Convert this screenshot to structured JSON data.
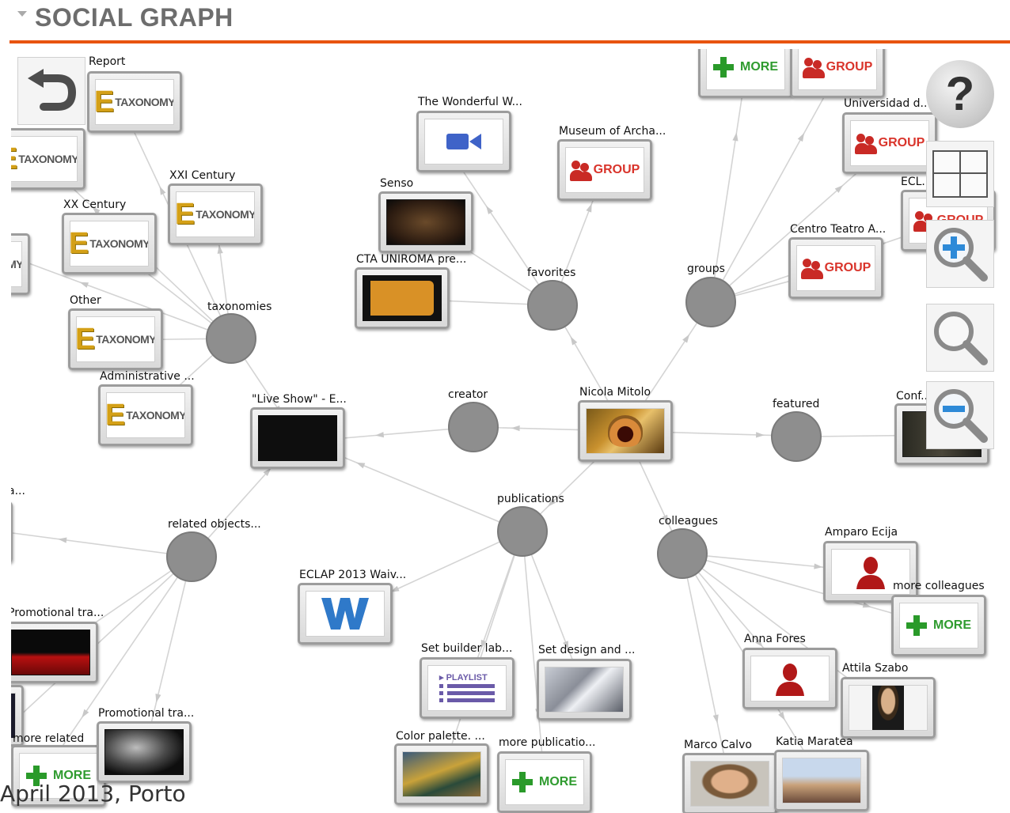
{
  "header": {
    "title": "SOCIAL GRAPH"
  },
  "center": {
    "label": "Nicola Mitolo"
  },
  "hubs": {
    "taxonomies": "taxonomies",
    "favorites": "favorites",
    "groups": "groups",
    "creator": "creator",
    "featured": "featured",
    "publications": "publications",
    "colleagues": "colleagues",
    "related": "related objects..."
  },
  "nodes": {
    "report": "Report",
    "xxi": "XXI Century",
    "xx": "XX Century",
    "other": "Other",
    "admin": "Administrative ...",
    "wonderful": "The Wonderful W...",
    "senso": "Senso",
    "cta": "CTA UNIROMA pre...",
    "museum": "Museum of Archa...",
    "universidad": "Universidad d...",
    "ecl": "ECL...",
    "centro": "Centro Teatro A...",
    "liveshow": "\"Live Show\" - E...",
    "conf": "Conf...",
    "eclap2013": "ECLAP 2013 Waiv...",
    "setbuilder": "Set builder lab...",
    "setdesign": "Set design and ...",
    "colorpalette": "Color palette. ...",
    "morepub": "more publicatio...",
    "amparo": "Amparo Ecija",
    "morecolleagues": "more colleagues",
    "anna": "Anna Fores",
    "attila": "Attila Szabo",
    "marco": "Marco Calvo",
    "katia": "Katia Maratea",
    "promo1": "Promotional tra...",
    "promo2": "Promotional tra...",
    "morerelated": "more related",
    "leftcut": "a..."
  },
  "badges": {
    "taxonomy": "TAXONOMY",
    "group": "GROUP",
    "more": "MORE",
    "playlist": "PLAYLIST"
  },
  "footer": {
    "text": "April 2013, Porto"
  },
  "toolbar": {
    "help": "?"
  },
  "colors": {
    "accent": "#e8540f",
    "hub": "#8e8e8e",
    "taxonomy": "#d4a017",
    "group": "#c92a25",
    "more": "#2a9a2a"
  },
  "icons": [
    "back-arrow-icon",
    "help-icon",
    "grid-icon",
    "zoom-in-icon",
    "zoom-reset-icon",
    "zoom-out-icon",
    "video-camera-icon",
    "person-icon",
    "playlist-icon",
    "word-document-icon"
  ]
}
